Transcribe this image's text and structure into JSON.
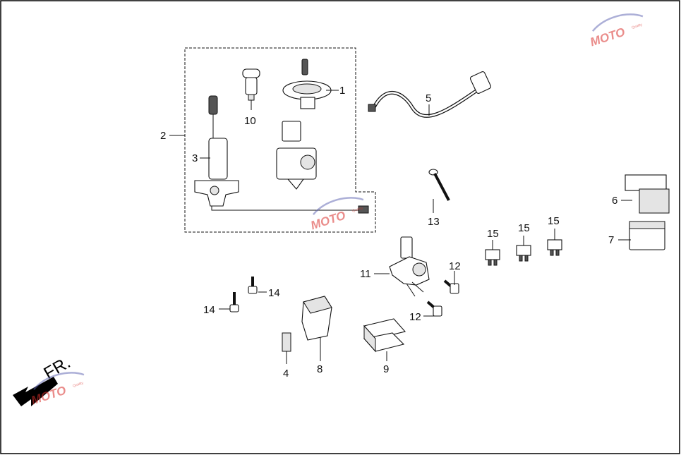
{
  "callouts": {
    "n1": "1",
    "n2": "2",
    "n3": "3",
    "n4": "4",
    "n5": "5",
    "n6": "6",
    "n7": "7",
    "n8": "8",
    "n9": "9",
    "n10": "10",
    "n11": "11",
    "n12a": "12",
    "n12b": "12",
    "n13": "13",
    "n14a": "14",
    "n14b": "14",
    "n15a": "15",
    "n15b": "15",
    "n15c": "15"
  },
  "direction_label": "FR.",
  "watermark": {
    "text": "MOTO",
    "subtext": "Quality"
  },
  "colors": {
    "frame": "#000000",
    "ink": "#111111",
    "watermark": "#d9302c"
  },
  "icons": {
    "direction": "arrow-front-icon",
    "watermark": "moto-logo-icon"
  }
}
